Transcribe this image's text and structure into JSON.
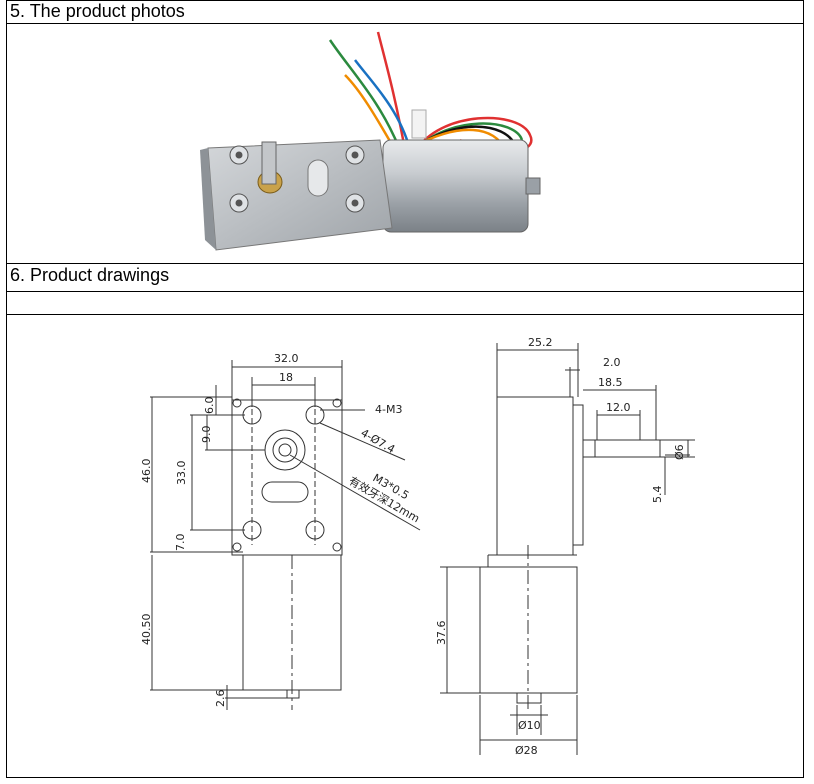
{
  "sections": {
    "photos_title": "5. The product photos",
    "drawings_title": "6. Product drawings"
  },
  "front_view": {
    "width_total": "32.0",
    "hole_spacing_x": "18",
    "height_total": "46.0",
    "hole_spacing_y": "33.0",
    "hole_top_offset": "6.0",
    "shaft_offset": "9.0",
    "hole_bottom_offset": "7.0",
    "motor_length": "40.50",
    "shaft_end": "2.6",
    "holes_thread": "4-M3",
    "holes_dia": "4-Ø7.4",
    "shaft_thread": "M3*0.5",
    "shaft_depth": "有效牙深12mm"
  },
  "side_view": {
    "depth_total": "25.2",
    "shaft_step": "2.0",
    "shaft_length": "18.5",
    "flat_length": "12.0",
    "shaft_dia": "Ø6",
    "flat_dim": "5.4",
    "motor_length": "37.6",
    "boss_dia": "Ø10",
    "motor_dia": "Ø28"
  },
  "colors": {
    "border": "#000000",
    "line": "#333333",
    "metal": "#b8bcc0"
  }
}
